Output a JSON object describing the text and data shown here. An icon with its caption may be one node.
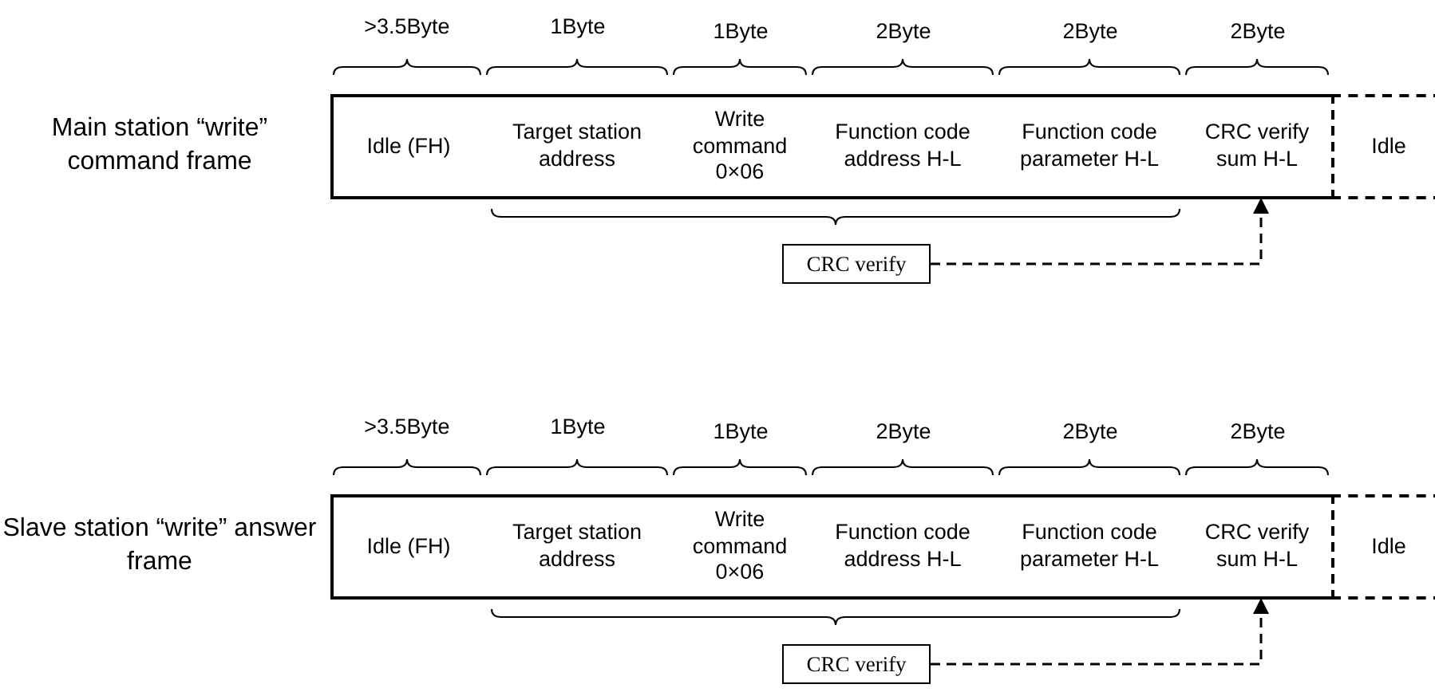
{
  "diagram": {
    "nodes": [
      {
        "text": [
          "Idle (FH)"
        ]
      },
      {
        "text": [
          "Target station address"
        ]
      },
      {
        "text": [
          "Write command 0×06"
        ]
      },
      {
        "text": [
          "Function code address H-L"
        ]
      },
      {
        "text": [
          "Function code parameter H-L"
        ]
      },
      {
        "text": [
          "CRC verify sum H-L"
        ]
      },
      {
        "text": [
          "Idle"
        ]
      },
      {
        "text": [
          "CRC verify"
        ]
      },
      {
        "text": [
          "Idle (FH)"
        ]
      },
      {
        "text": [
          "Target station address"
        ]
      },
      {
        "text": [
          "Write command 0×06"
        ]
      },
      {
        "text": [
          "Function code address H-L"
        ]
      },
      {
        "text": [
          "Function code parameter H-L"
        ]
      },
      {
        "text": [
          "CRC verify sum H-L"
        ]
      },
      {
        "text": [
          "Idle"
        ]
      },
      {
        "text": [
          "CRC verify"
        ]
      }
    ],
    "edges": [
      {
        "from": 7,
        "to": 5,
        "arrow": "to",
        "style": "dashed"
      },
      {
        "from": 15,
        "to": 13,
        "arrow": "to",
        "style": "dashed"
      }
    ],
    "labels": [
      ">3.5Byte",
      "1Byte",
      "1Byte",
      "2Byte",
      "2Byte",
      "2Byte",
      "Main station “write” command frame",
      ">3.5Byte",
      "1Byte",
      "1Byte",
      "2Byte",
      "2Byte",
      "2Byte",
      "Slave station “write” answer frame"
    ]
  }
}
